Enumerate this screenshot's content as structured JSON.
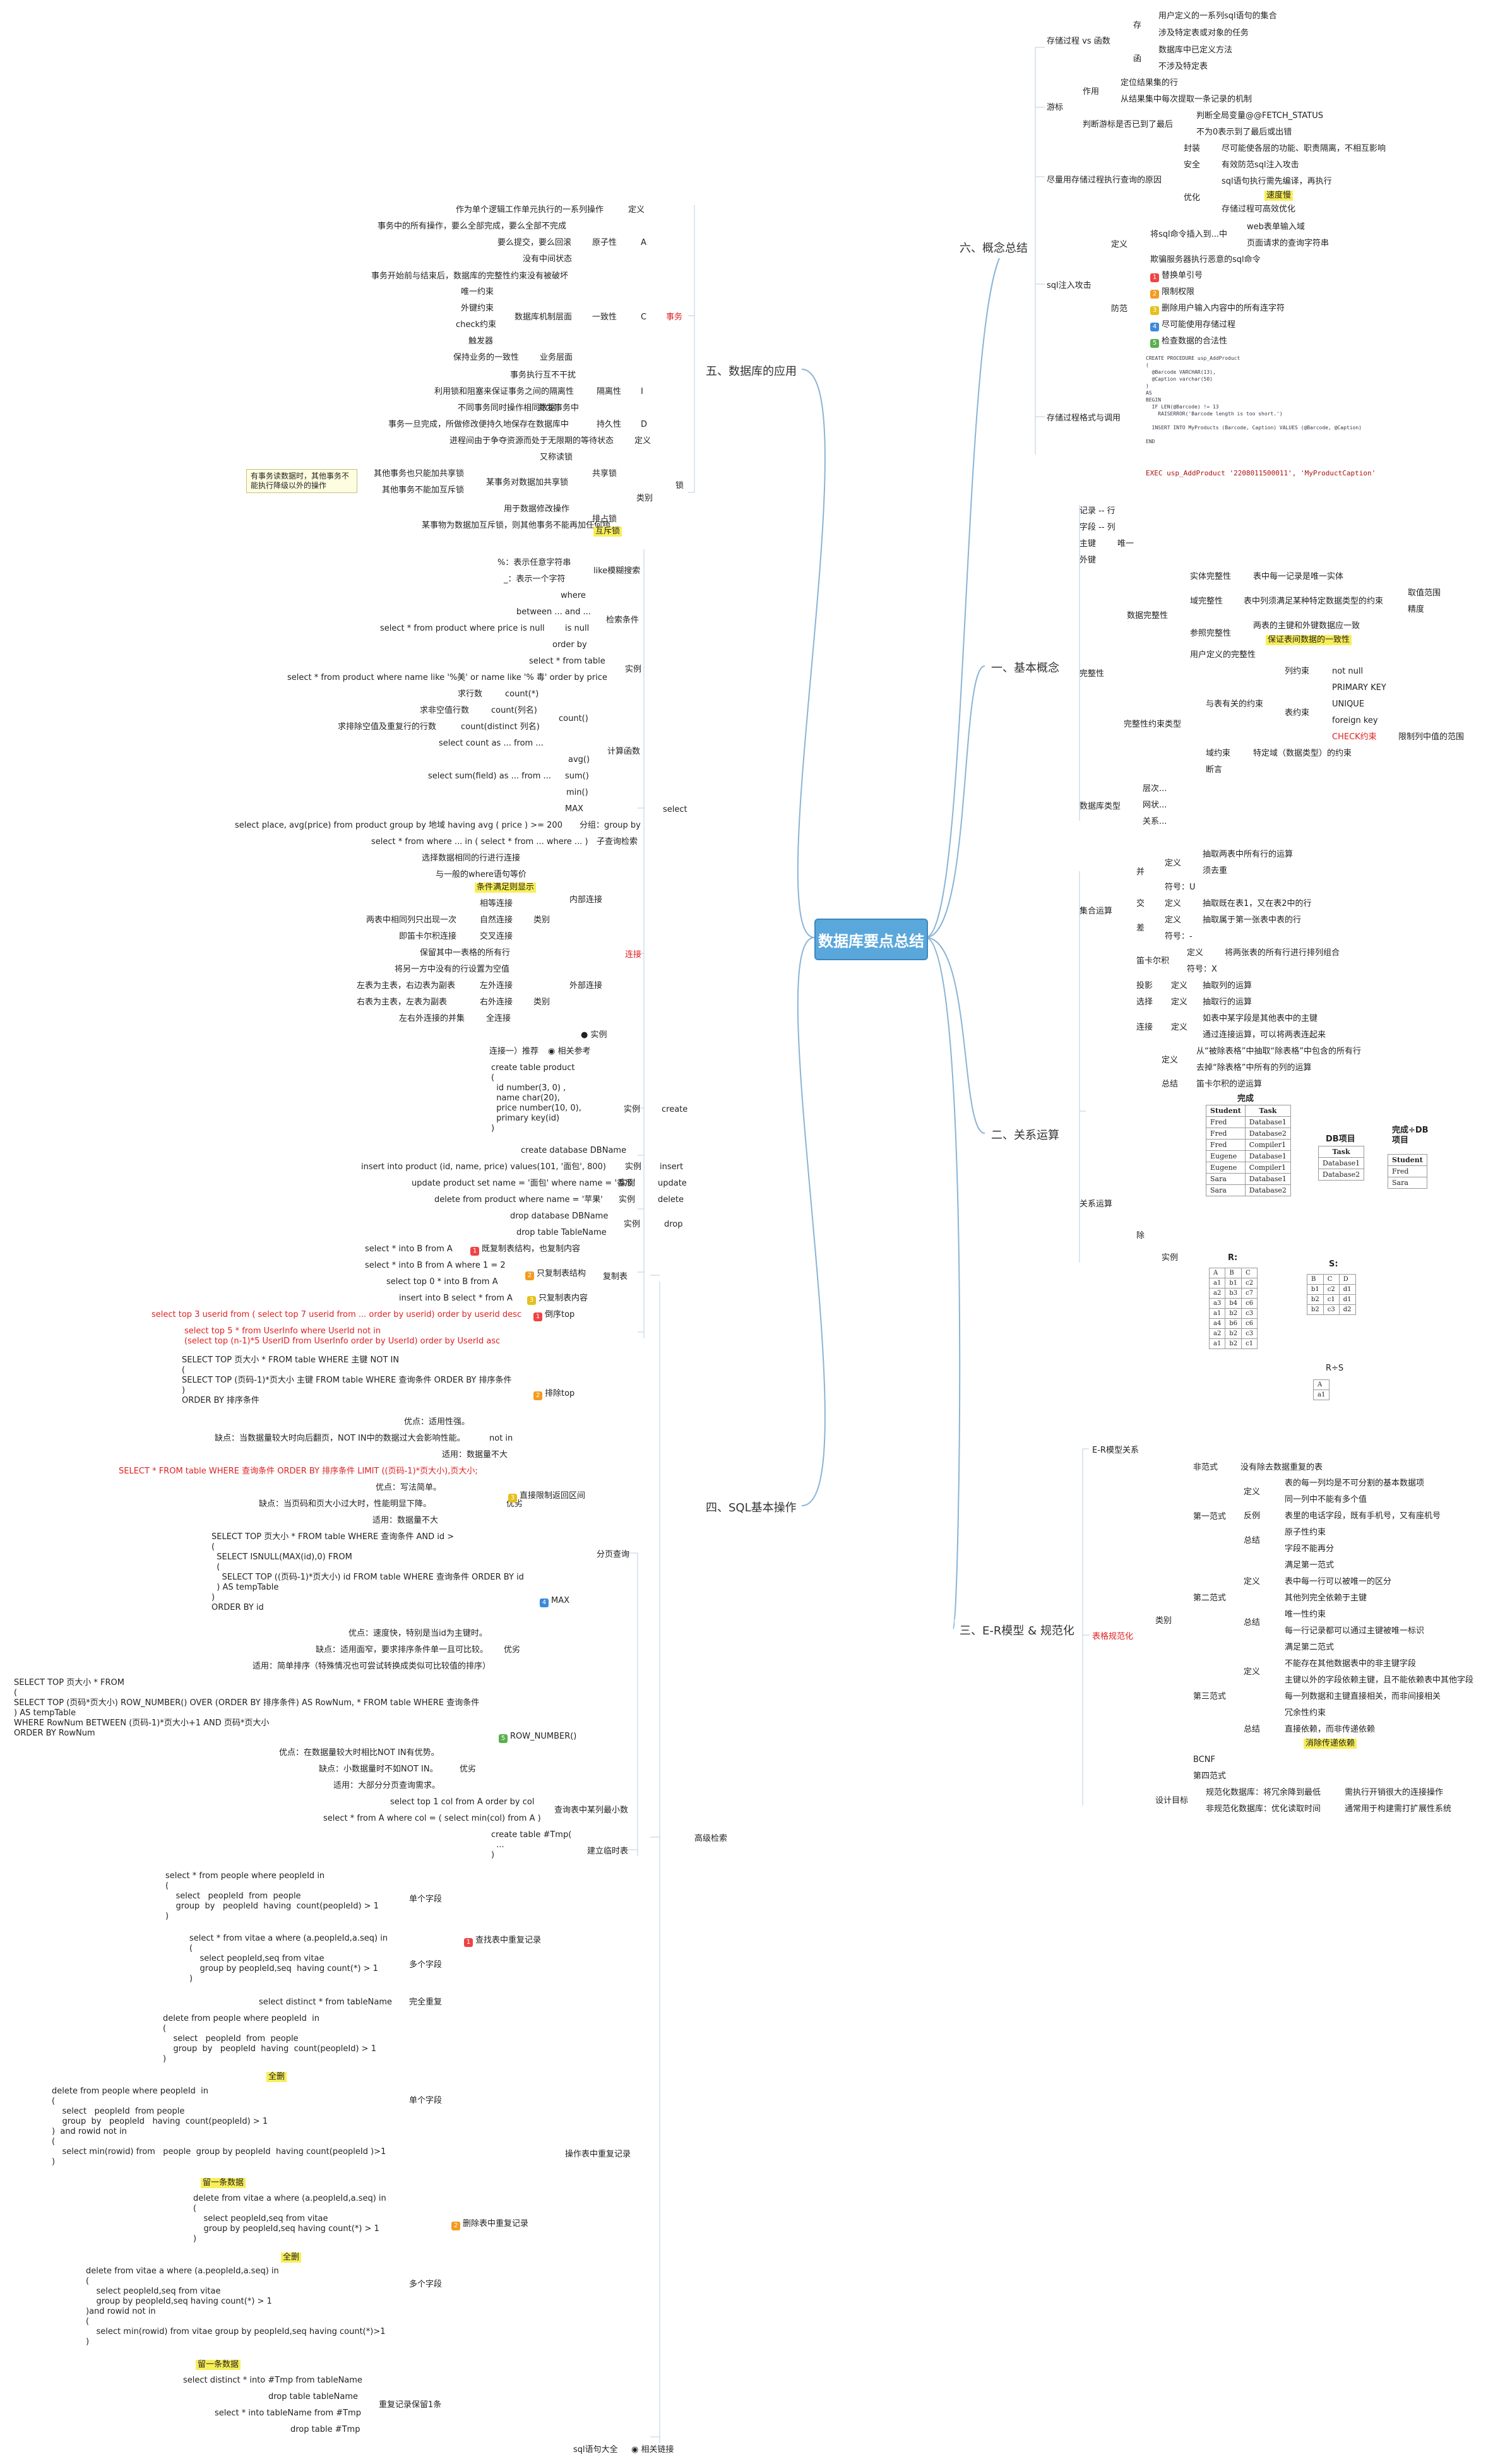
{
  "root": "数据库要点总结",
  "branches": {
    "b6": "六、概念总结",
    "b1": "一、基本概念",
    "b2": "二、关系运算",
    "b3": "三、E-R模型 & 规范化",
    "b5": "五、数据库的应用",
    "b4": "四、SQL基本操作"
  },
  "concept": {
    "proc_vs_func": "存储过程 vs 函数",
    "cun": "存",
    "han": "函",
    "p1": "用户定义的一系列sql语句的集合",
    "p2": "涉及特定表或对象的任务",
    "f1": "数据库中已定义方法",
    "f2": "不涉及特定表",
    "cursor": "游标",
    "zuoyong": "作用",
    "c1": "定位结果集的行",
    "c2": "从结果集中每次提取一条记录的机制",
    "judge": "判断游标是否已到了最后",
    "j1": "判断全局变量@@FETCH_STATUS",
    "j2": "不为0表示到了最后或出错",
    "why_proc": "尽量用存储过程执行查询的原因",
    "fz": "封装",
    "fz1": "尽可能使各层的功能、职责隔离，不相互影响",
    "aq": "安全",
    "aq1": "有效防范sql注入攻击",
    "yh": "优化",
    "yh1": "sql语句执行需先编译，再执行",
    "yh2": "速度慢",
    "yh3": "存储过程可高效优化",
    "inject": "sql注入攻击",
    "dy": "定义",
    "i1": "将sql命令插入到...中",
    "i2": "web表单输入域",
    "i3": "页面请求的查询字符串",
    "i4": "欺骗服务器执行恶意的sql命令",
    "fangfan": "防范",
    "r1": "替换单引号",
    "r2": "限制权限",
    "r3": "删除用户输入内容中的所有连字符",
    "r4": "尽可能使用存储过程",
    "r5": "检查数据的合法性",
    "proc_call": "存储过程格式与调用",
    "exec": "EXEC usp_AddProduct '2208011500011', 'MyProductCaption'",
    "code": "CREATE PROCEDURE usp_AddProduct\n(\n  @Barcode VARCHAR(13),\n  @Caption varchar(50)\n)\nAS\nBEGIN\n  IF LEN(@Barcode) != 13\n    RAISERROR('Barcode length is too short.')\n\n  INSERT INTO MyProducts (Barcode, Caption) VALUES (@Barcode, @Caption)\n\nEND"
  },
  "basic": {
    "a1": "记录 -- 行",
    "a2": "字段 -- 列",
    "a3": "主键",
    "a3b": "唯一",
    "a4": "外键",
    "integrity": "完整性",
    "dataint": "数据完整性",
    "e1": "实体完整性",
    "e1b": "表中每一记录是唯一实体",
    "d1": "域完整性",
    "d1b": "表中列须满足某种特定数据类型的约束",
    "d1c": "取值范围",
    "d1d": "精度",
    "r1": "参照完整性",
    "r1b": "两表的主键和外键数据应一致",
    "r1c": "保证表间数据的一致性",
    "u1": "用户定义的完整性",
    "types": "完整性约束类型",
    "tbl": "与表有关的约束",
    "col": "列约束",
    "notnull": "not null",
    "tblc": "表约束",
    "pk": "PRIMARY KEY",
    "uq": "UNIQUE",
    "fk": "foreign key",
    "ck": "CHECK约束",
    "ck2": "限制列中值的范围",
    "domain": "域约束",
    "domain2": "特定域（数据类型）的约束",
    "assert": "断言",
    "dbtype": "数据库类型",
    "dt1": "层次...",
    "dt2": "网状...",
    "dt3": "关系..."
  },
  "rel": {
    "setop": "集合运算",
    "bing": "并",
    "dy": "定义",
    "u1": "抽取两表中所有行的运算",
    "u2": "须去重",
    "u3": "符号：U",
    "jiao": "交",
    "i1": "抽取既在表1，又在表2中的行",
    "cha": "差",
    "d1": "抽取属于第一张表中表的行",
    "d2": "符号：-",
    "dikaer": "笛卡尔积",
    "k1": "将两张表的所有行进行排列组合",
    "k2": "符号：X",
    "relop": "关系运算",
    "ty": "投影",
    "ty1": "抽取列的运算",
    "xz": "选择",
    "xz1": "抽取行的运算",
    "lj": "连接",
    "lj1": "如表中某字段是其他表中的主键",
    "lj2": "通过连接运算，可以将两表连起来",
    "chu": "除",
    "c1": "从“被除表格”中抽取“除表格”中包含的所有行",
    "c2": "去掉“除表格”中所有的列的运算",
    "zj": "总结",
    "c3": "笛卡尔积的逆运算",
    "sl": "实例",
    "wc": "完成",
    "dbxm": "DB项目",
    "wcdb": "完成÷DB项目",
    "rs": "R÷S"
  },
  "er": {
    "model": "E-R模型关系",
    "norm": "表格规范化",
    "lb": "类别",
    "ff": "非范式",
    "ff1": "没有除去数据重复的表",
    "nf1": "第一范式",
    "dy": "定义",
    "n11": "表的每一列均是不可分割的基本数据项",
    "n12": "同一列中不能有多个值",
    "fl": "反例",
    "n13": "表里的电话字段，既有手机号，又有座机号",
    "zj": "总结",
    "n14": "原子性约束",
    "n15": "字段不能再分",
    "nf2": "第二范式",
    "n21": "满足第一范式",
    "n22": "表中每一行可以被唯一的区分",
    "n23": "其他列完全依赖于主键",
    "n24": "唯一性约束",
    "n25": "每一行记录都可以通过主键被唯一标识",
    "nf3": "第三范式",
    "n31": "满足第二范式",
    "n32": "不能存在其他数据表中的非主键字段",
    "n33": "主键以外的字段依赖主键，且不能依赖表中其他字段",
    "n34": "每一列数据和主键直接相关，而非间接相关",
    "n35": "冗余性约束",
    "n36": "直接依赖，而非传递依赖",
    "n37": "消除传递依赖",
    "bcnf": "BCNF",
    "nf4": "第四范式",
    "goal": "设计目标",
    "g1": "规范化数据库：将冗余降到最低",
    "g1b": "需执行开销很大的连接操作",
    "g2": "非规范化数据库：优化读取时间",
    "g2b": "通常用于构建需打扩展性系统"
  },
  "app": {
    "tx": "事务",
    "dy": "定义",
    "d1": "作为单个逻辑工作单元执行的一系列操作",
    "a": "A",
    "yzx": "原子性",
    "a1": "事务中的所有操作，要么全部完成，要么全部不完成",
    "a2": "要么提交，要么回滚",
    "a3": "没有中间状态",
    "c": "C",
    "yzxc": "一致性",
    "c0": "事务开始前与结束后，数据库的完整性约束没有被破坏",
    "c1": "数据库机制层面",
    "c1a": "唯一约束",
    "c1b": "外键约束",
    "c1c": "check约束",
    "c1d": "触发器",
    "c2": "保持业务的一致性",
    "c2b": "业务层面",
    "i": "I",
    "glx": "隔离性",
    "i1": "事务执行互不干扰",
    "i2": "利用锁和阻塞来保证事务之间的隔离性",
    "i3": "不同事务同时操作相同数据",
    "i3b": "并发事务中",
    "d": "D",
    "cjx": "持久性",
    "d1b": "事务一旦完成，所做修改便持久地保存在数据库中",
    "lock": "锁",
    "l0": "进程间由于争夺资源而处于无限期的等待状态",
    "l0b": "定义",
    "lb": "类别",
    "gx": "共享锁",
    "gx1": "又称读锁",
    "gx2": "某事务对数据加共享锁",
    "gx3": "其他事务也只能加共享锁",
    "gx4": "其他事务不能加互斥锁",
    "pt": "排占锁",
    "pt1": "用于数据修改操作",
    "pt2": "某事物为数据加互斥锁，则其他事务不能再加任何锁",
    "pt3": "互斥锁",
    "note": "有事务读数据时，其他事务不能执行降级以外的操作"
  },
  "sql": {
    "select": "select",
    "like": "like模糊搜索",
    "like1": "%：表示任意字符串",
    "like2": "_：表示一个字符",
    "cond": "检索条件",
    "where": "where",
    "between": "between ... and ...",
    "isnull": "is null",
    "orderby": "order by",
    "isnullq": "select * from product where price is null",
    "sl": "实例",
    "sl1": "select * from table",
    "sl2": "select * from product where name like '%美' or name like '% 毒' order by price",
    "calc": "计算函数",
    "count": "count()",
    "cnt1": "求行数",
    "cnt1b": "count(*)",
    "cnt2": "求非空值行数",
    "cnt2b": "count(列名)",
    "cnt3": "求排除空值及重复行的行数",
    "cnt3b": "count(distinct 列名)",
    "cnt4": "select count as ... from ...",
    "avg": "avg()",
    "sum": "sum()",
    "sum1": "select sum(field) as ... from ...",
    "min": "min()",
    "max": "MAX",
    "group": "分组：group by",
    "group1": "select place, avg(price) from product group by 地域 having avg ( price ) >= 200",
    "subq": "子查询检索",
    "subq1": "select * from where ... in ( select * from ... where ... )",
    "join": "连接",
    "inner": "内部连接",
    "in1": "选择数据相同的行进行连接",
    "in2": "与一般的where语句等价",
    "in3": "条件满足则显示",
    "in4": "相等连接",
    "in5": "自然连接",
    "in5b": "两表中相同列只出现一次",
    "in6": "交叉连接",
    "in6b": "即笛卡尔积连接",
    "lb": "类别",
    "outer": "外部连接",
    "ou1": "保留其中一表格的所有行",
    "ou2": "将另一方中没有的行设置为空值",
    "ou3": "左外连接",
    "ou3b": "左表为主表，右边表为副表",
    "ou4": "右外连接",
    "ou4b": "右表为主表，左表为副表",
    "ou5": "全连接",
    "ou5b": "左右外连接的并集",
    "joinimg": "连接一）推荐",
    "joinref": "相关参考",
    "create": "create",
    "ct1": "create table product\n(\n  id number(3, 0) ,\n  name char(20),\n  price number(10, 0),\n  primary key(id)\n)",
    "ct2": "create database DBName",
    "insert": "insert",
    "ins1": "insert into product (id, name, price) values(101, '面包',  800)",
    "update": "update",
    "upd1": "update product set name = '面包' where name = '香瓜'",
    "delete": "delete",
    "del1": "delete from product where name = '苹果'",
    "drop": "drop",
    "drop1": "drop database DBName",
    "drop2": "drop table TableName",
    "copy": "复制表",
    "cp1": "select * into B from A",
    "cp1b": "既复制表结构，也复制内容",
    "cp2": "select * into B from A where 1 = 2",
    "cp2b": "只复制表结构",
    "cp3": "select top 0 * into B from A",
    "cp4": "insert into B select * from A",
    "cp4b": "只复制表内容",
    "adv": "高级检索",
    "page": "分页查询",
    "dtop": "倒序top",
    "dtop1": "select top 3 userid from ( select top 7 userid from ... order by userid) order by userid desc",
    "ptop": "排除top",
    "pt1": "select top 5 * from UserInfo where UserId not in\n(select top (n-1)*5 UserID from UserInfo order by UserId) order by UserId asc",
    "pt2": "SELECT TOP 页大小 * FROM table WHERE 主键 NOT IN\n(\nSELECT TOP (页码-1)*页大小 主键 FROM table WHERE 查询条件 ORDER BY 排序条件\n)\nORDER BY 排序条件",
    "pt3": "优点：适用性强。",
    "pt4": "缺点：当数据量较大时向后翻页，NOT IN中的数据过大会影响性能。",
    "pt4b": "not in",
    "pt5": "适用：数据量不大",
    "ztop": "直接限制返回区间",
    "zt1": "SELECT * FROM table WHERE 查询条件 ORDER BY 排序条件 LIMIT ((页码-1)*页大小),页大小;",
    "zt2": "优点：写法简单。",
    "zt3": "缺点：当页码和页大小过大时，性能明显下降。",
    "zt4": "适用：数据量不大",
    "yd": "优劣",
    "mx1": "SELECT TOP 页大小 * FROM table WHERE 查询条件 AND id >\n(\n  SELECT ISNULL(MAX(id),0) FROM\n  (\n    SELECT TOP ((页码-1)*页大小) id FROM table WHERE 查询条件 ORDER BY id\n  ) AS tempTable\n)\nORDER BY id",
    "mx2": "优点：速度快，特别是当id为主键时。",
    "mx3": "缺点：适用面窄，要求排序条件单一且可比较。",
    "mx4": "适用：简单排序（特殊情况也可尝试转换成类似可比较值的排序）",
    "rn": "ROW_NUMBER()",
    "rn1": "SELECT TOP 页大小 * FROM\n(\nSELECT TOP (页码*页大小) ROW_NUMBER() OVER (ORDER BY 排序条件) AS RowNum, * FROM table WHERE 查询条件\n) AS tempTable\nWHERE RowNum BETWEEN (页码-1)*页大小+1 AND 页码*页大小\nORDER BY RowNum",
    "rn2": "优点：在数据量较大时相比NOT IN有优势。",
    "rn3": "缺点：小数据量时不如NOT IN。",
    "rn4": "适用：大部分分页查询需求。",
    "minq": "查询表中某列最小数",
    "mq1": "select top 1 col from A order by col",
    "mq2": "select * from A where col = ( select min(col) from A )",
    "tmp": "建立临时表",
    "tmp1": "create table #Tmp(\n  ...\n)",
    "dup": "操作表中重复记录",
    "finddup": "查找表中重复记录",
    "single": "单个字段",
    "multi": "多个字段",
    "fd1": "select * from people where peopleId in\n(\n    select   peopleId  from  people\n    group  by   peopleId  having  count(peopleId) > 1\n)",
    "fd2": "select * from vitae a where (a.peopleId,a.seq) in\n(\n    select peopleId,seq from vitae\n    group by peopleId,seq  having count(*) > 1\n)",
    "fd3": "select distinct * from tableName",
    "fd3b": "完全重复",
    "deldup": "删除表中重复记录",
    "dd1": "delete from people where peopleId  in\n(\n    select   peopleId  from  people\n    group  by   peopleId  having  count(peopleId) > 1\n)",
    "qb": "全删",
    "dd2": "delete from people where peopleId  in\n(\n    select   peopleId  from people\n    group  by   peopleId   having  count(peopleId) > 1\n)  and rowid not in\n(\n    select min(rowid) from   people  group by peopleId  having count(peopleId )>1\n)",
    "lyt": "留一条数据",
    "dd3": "delete from vitae a where (a.peopleId,a.seq) in\n(\n    select peopleId,seq from vitae\n    group by peopleId,seq having count(*) > 1\n)",
    "qb2": "全删",
    "dd4": "delete from vitae a where (a.peopleId,a.seq) in\n(\n    select peopleId,seq from vitae\n    group by peopleId,seq having count(*) > 1\n)and rowid not in\n(\n    select min(rowid) from vitae group by peopleId,seq having count(*)>1\n)",
    "lyt2": "留一条数据",
    "keepone": "重复记录保留1条",
    "k1": "select distinct * into #Tmp from tableName",
    "k2": "drop table tableName",
    "k3": "select * into tableName from #Tmp",
    "k4": "drop table #Tmp",
    "sqlall": "sql语句大全",
    "sqlref": "相关链接"
  }
}
